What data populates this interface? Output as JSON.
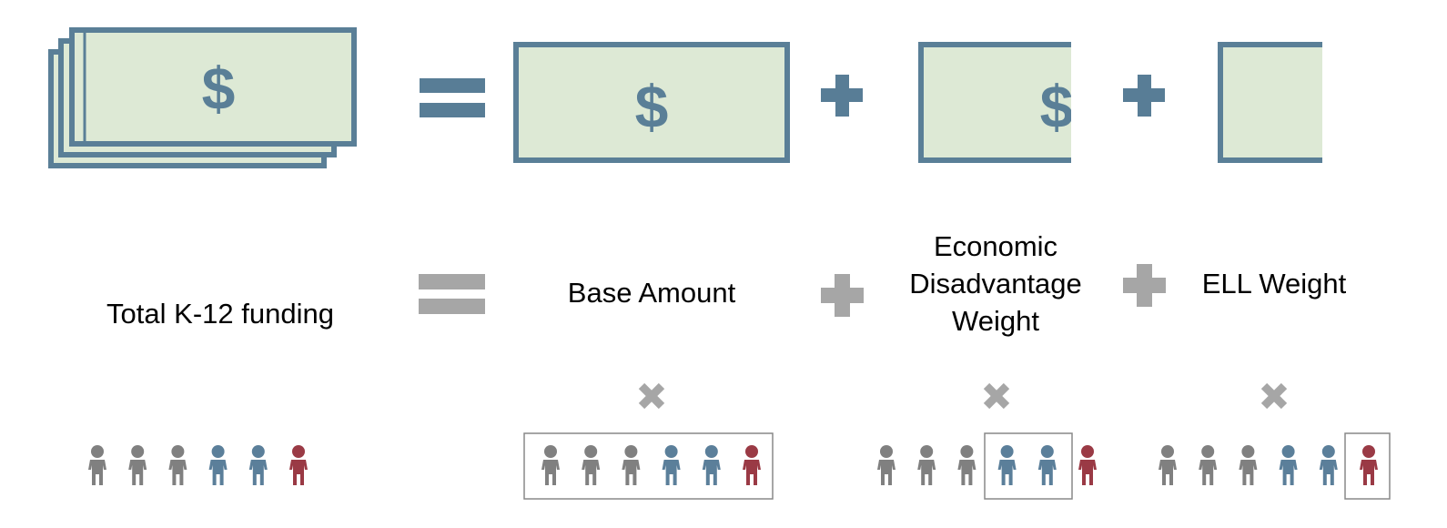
{
  "colors": {
    "bill_fill": "#dde9d5",
    "bill_border": "#5a7f97",
    "operator_dark": "#587d96",
    "operator_gray": "#a6a6a6",
    "person_gray": "#808080",
    "person_blue": "#5b7f9a",
    "person_red": "#9a3a45",
    "group_box_border": "#888888"
  },
  "symbols": {
    "dollar": "$"
  },
  "labels": {
    "total": "Total K-12 funding",
    "base": "Base Amount",
    "econ_line1": "Economic",
    "econ_line2": "Disadvantage",
    "econ_line3": "Weight",
    "ell": "ELL Weight"
  },
  "student_group": [
    "gray",
    "gray",
    "gray",
    "blue",
    "blue",
    "red"
  ],
  "icons": {
    "bill": "dollar-bill-icon",
    "equals": "equals-icon",
    "plus": "plus-icon",
    "times": "multiply-icon",
    "person": "student-icon"
  }
}
